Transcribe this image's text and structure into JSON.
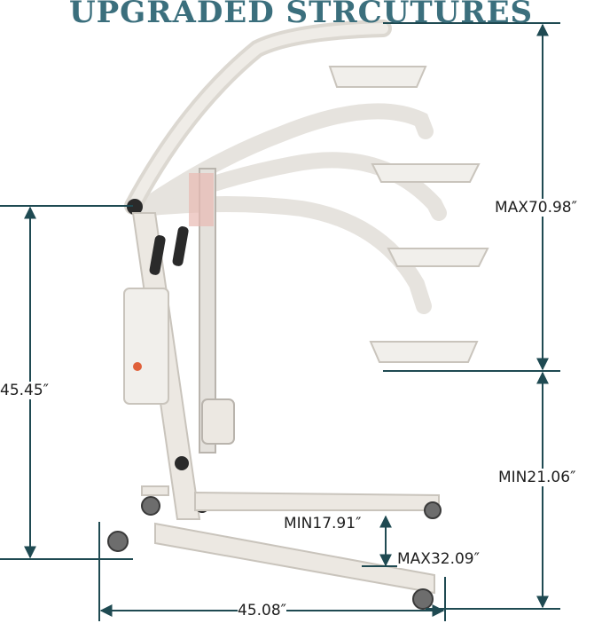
{
  "title": "UPGRADED  STRCUTURES",
  "dimensions": {
    "max_height": "MAX70.98″",
    "min_height": "MIN21.06″",
    "pivot_height": "45.45″",
    "leg_min": "MIN17.91″",
    "leg_max": "MAX32.09″",
    "base_length": "45.08″"
  },
  "colors": {
    "title": "#3b6f7d",
    "arrow": "#1f4a52",
    "frame": "#ece8e2",
    "frame_shadow": "#c9c4bc",
    "handle": "#2a2a2a",
    "accent": "#e0603a"
  }
}
